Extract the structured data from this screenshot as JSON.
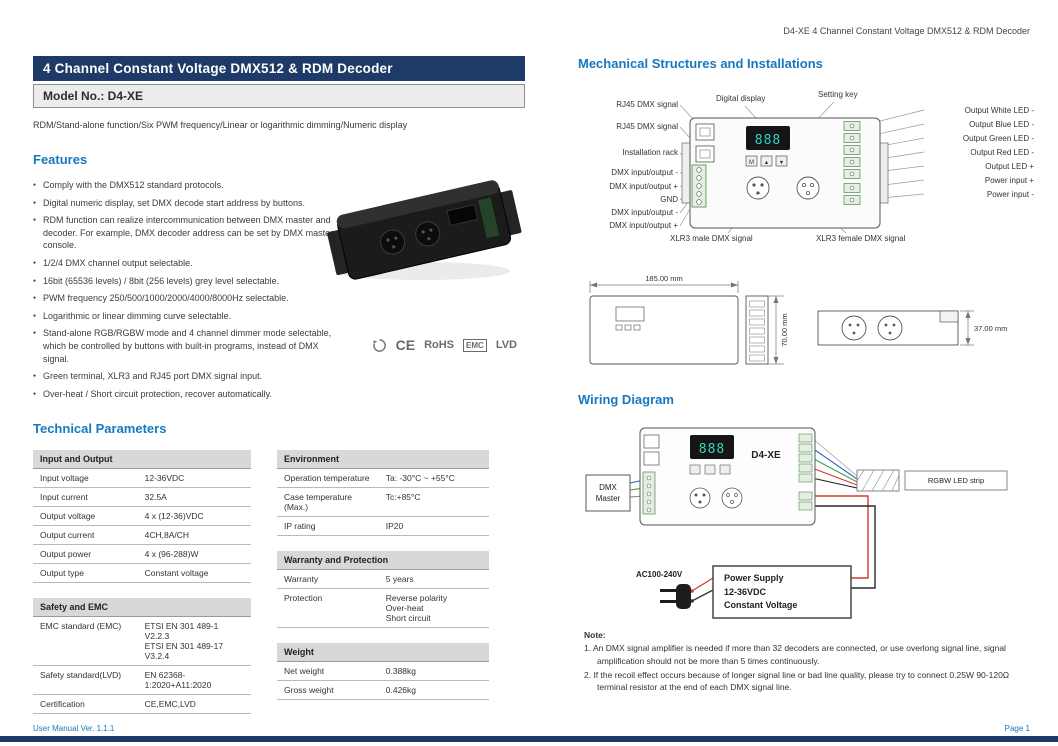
{
  "header": {
    "right": "D4-XE  4 Channel Constant Voltage DMX512 & RDM Decoder"
  },
  "title_bar": "4 Channel Constant Voltage DMX512 & RDM Decoder",
  "model_no": "Model No.: D4-XE",
  "tagline": "RDM/Stand-alone function/Six PWM frequency/Linear or logarithmic dimming/Numeric display",
  "features": {
    "heading": "Features",
    "items": [
      "Comply with the DMX512 standard protocols.",
      "Digital numeric display, set DMX decode start address by buttons.",
      "RDM function can realize intercommunication between DMX master and decoder. For example, DMX decoder address can be set by DMX master console.",
      "1/2/4 DMX channel output selectable.",
      "16bit (65536 levels) / 8bit (256 levels) grey level selectable.",
      "PWM frequency 250/500/1000/2000/4000/8000Hz selectable.",
      "Logarithmic or linear dimming curve selectable.",
      "Stand-alone RGB/RGBW mode and 4 channel dimmer mode selectable, which be controlled by buttons with built-in programs, instead of DMX signal.",
      "Green terminal, XLR3 and RJ45 port DMX signal input.",
      "Over-heat / Short circuit protection, recover automatically."
    ]
  },
  "certs": {
    "ce": "CE",
    "rohs": "RoHS",
    "emc": "EMC",
    "lvd": "LVD"
  },
  "tech": {
    "heading": "Technical Parameters",
    "io": {
      "title": "Input and Output",
      "rows": [
        {
          "label": "Input voltage",
          "value": "12-36VDC"
        },
        {
          "label": "Input current",
          "value": "32.5A"
        },
        {
          "label": "Output voltage",
          "value": "4 x (12-36)VDC"
        },
        {
          "label": "Output current",
          "value": "4CH,8A/CH"
        },
        {
          "label": "Output power",
          "value": "4 x (96-288)W"
        },
        {
          "label": "Output type",
          "value": "Constant voltage"
        }
      ]
    },
    "safety": {
      "title": "Safety and EMC",
      "rows": [
        {
          "label": "EMC standard (EMC)",
          "value": "ETSI EN 301 489-1 V2.2.3\nETSI EN 301 489-17 V3.2.4"
        },
        {
          "label": "Safety standard(LVD)",
          "value": "EN 62368-1:2020+A11:2020"
        },
        {
          "label": "Certification",
          "value": "CE,EMC,LVD"
        }
      ]
    },
    "env": {
      "title": "Environment",
      "rows": [
        {
          "label": "Operation temperature",
          "value": "Ta: -30°C ~ +55°C"
        },
        {
          "label": "Case temperature (Max.)",
          "value": "Tc:+85°C"
        },
        {
          "label": "IP rating",
          "value": "IP20"
        }
      ]
    },
    "warranty": {
      "title": "Warranty and Protection",
      "rows": [
        {
          "label": "Warranty",
          "value": "5 years"
        },
        {
          "label": "Protection",
          "value": "Reverse polarity\nOver-heat\nShort circuit"
        }
      ]
    },
    "weight": {
      "title": "Weight",
      "rows": [
        {
          "label": "Net weight",
          "value": "0.388kg"
        },
        {
          "label": "Gross weight",
          "value": "0.426kg"
        }
      ]
    }
  },
  "mech": {
    "heading": "Mechanical Structures and Installations",
    "display_digits": "888",
    "keys": {
      "k1": "M",
      "k2": "▲",
      "k3": "▼"
    },
    "labels": {
      "rj45_top": "RJ45 DMX signal",
      "rj45_bottom": "RJ45 DMX signal",
      "rack": "Installation rack",
      "dmx_minus_1": "DMX input/output -",
      "dmx_plus_1": "DMX input/output +",
      "gnd": "GND",
      "dmx_minus_2": "DMX input/output -",
      "dmx_plus_2": "DMX input/output +",
      "digital_display": "Digital display",
      "setting_key": "Setting key",
      "out_white": "Output White LED -",
      "out_blue": "Output Blue LED -",
      "out_green": "Output Green LED -",
      "out_red": "Output Red LED -",
      "out_led_plus": "Output LED +",
      "power_plus": "Power input +",
      "power_minus": "Power input -",
      "xlr_male": "XLR3 male DMX signal",
      "xlr_female": "XLR3 female DMX signal"
    },
    "dims": {
      "width": "185.00 mm",
      "height": "70.00 mm",
      "depth": "37.00 mm"
    }
  },
  "wiring": {
    "heading": "Wiring Diagram",
    "device_label": "D4-XE",
    "display_digits": "888",
    "dmx_master": "DMX\nMaster",
    "ac_label": "AC100-240V",
    "psu": "Power Supply\n12-36VDC\nConstant Voltage",
    "strip_label": "RGBW LED strip"
  },
  "note": {
    "title": "Note:",
    "lines": [
      "1. An DMX signal amplifier is needed if more than 32 decoders are connected, or use overlong signal line, signal amplification should not be more than 5 times continuously.",
      "2. If the recoil effect occurs because of longer signal line or bad line quality, please try to connect 0.25W 90-120Ω terminal resistor at the end of each DMX signal line."
    ]
  },
  "footer": {
    "left": "User Manual Ver. 1.1.1",
    "right": "Page 1"
  }
}
